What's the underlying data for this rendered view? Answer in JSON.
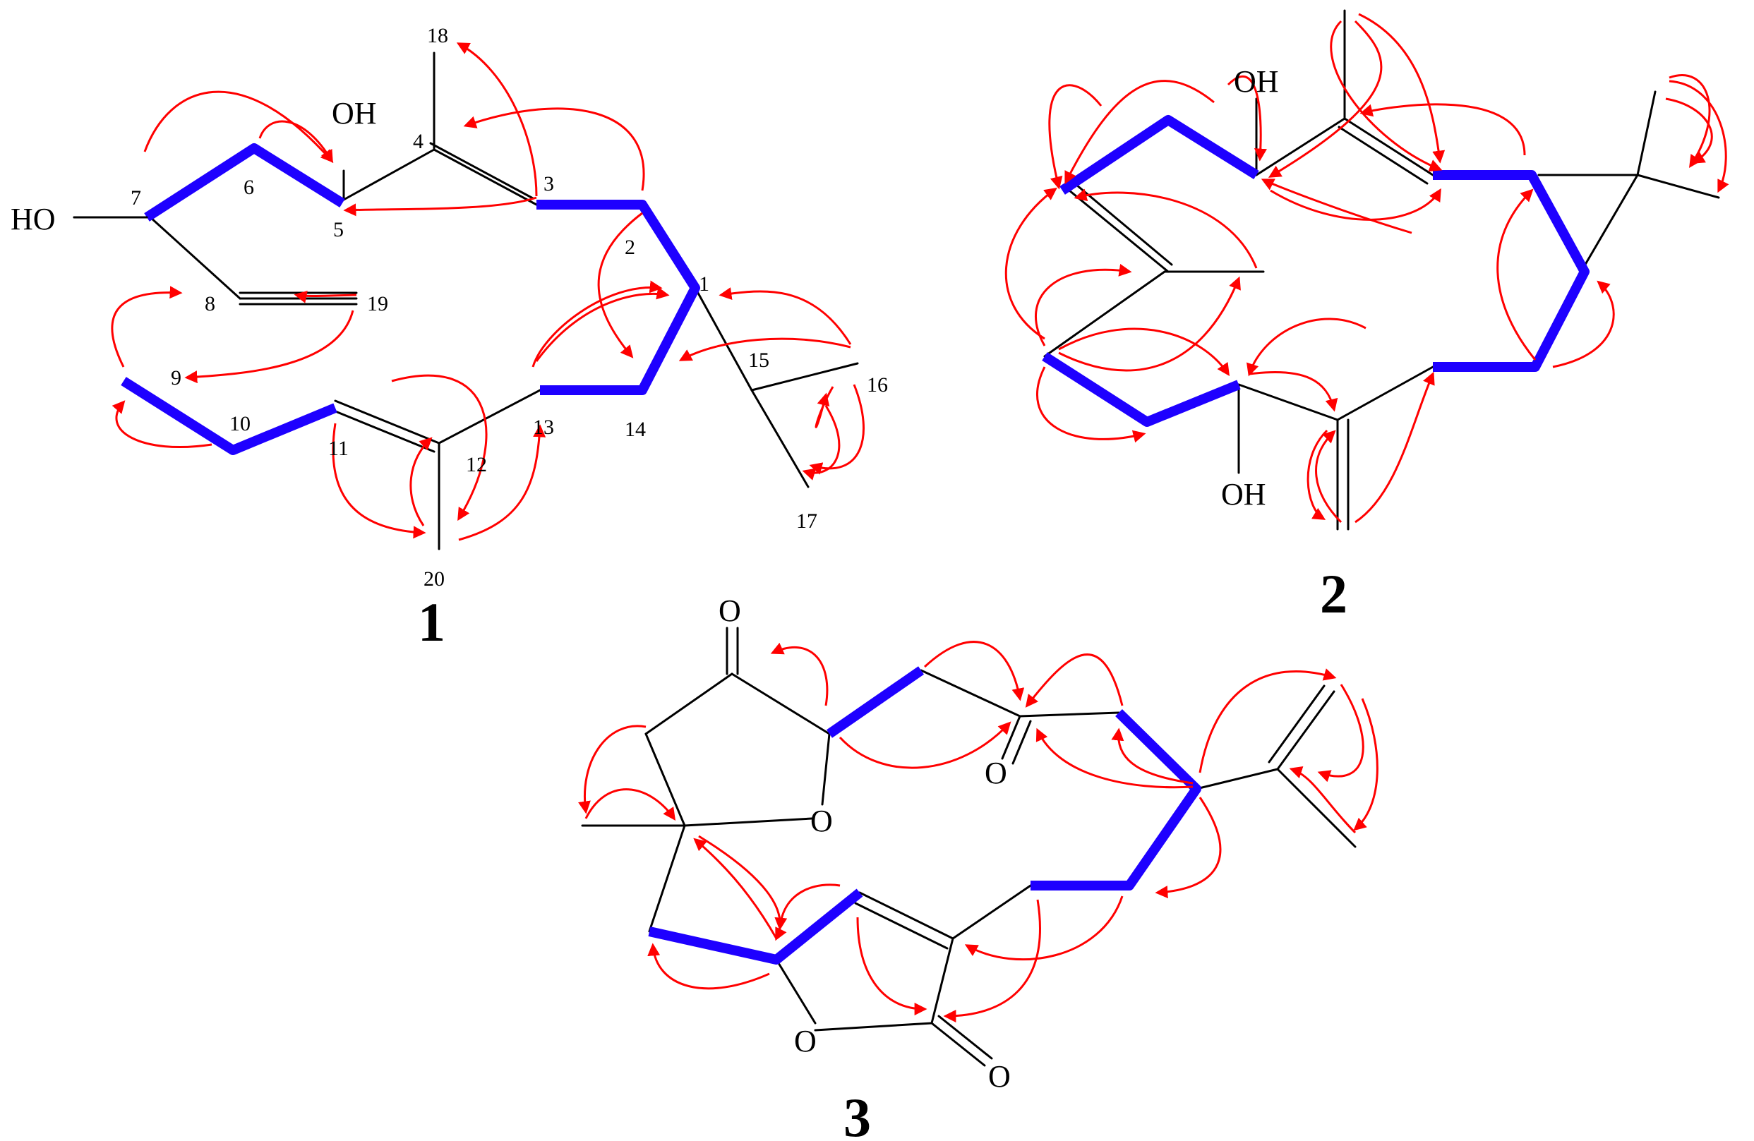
{
  "compounds": [
    {
      "id": "1",
      "substituents": {
        "oh": "OH",
        "ho": "HO"
      },
      "carbon_numbers": [
        "1",
        "2",
        "3",
        "4",
        "5",
        "6",
        "7",
        "8",
        "9",
        "10",
        "11",
        "12",
        "13",
        "14",
        "15",
        "16",
        "17",
        "18",
        "19",
        "20"
      ]
    },
    {
      "id": "2",
      "substituents": {
        "oh_top": "OH",
        "oh_bottom": "OH"
      }
    },
    {
      "id": "3",
      "substituents": {
        "o_ketone": "O",
        "o_ring": "O",
        "o_ester": "O",
        "o_lactone_carbonyl": "O",
        "o_lactone_ring": "O"
      }
    }
  ],
  "legend_colors": {
    "cosy_bold_bond": "#1e00ff",
    "hmbc_arrow": "#ff0000",
    "bond": "#000000"
  }
}
